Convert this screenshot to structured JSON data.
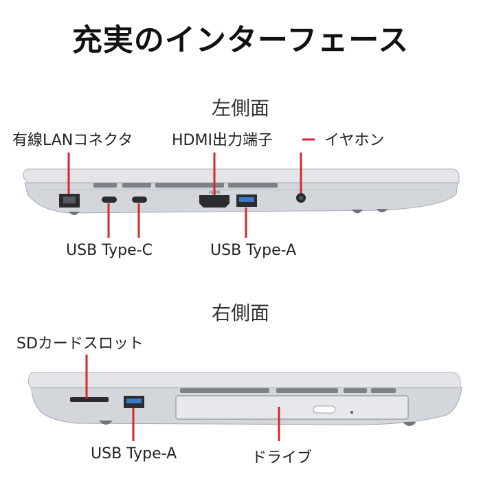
{
  "title": "充実のインターフェース",
  "left_side": {
    "heading": "左側面",
    "labels": {
      "lan": "有線LANコネクタ",
      "hdmi": "HDMI出力端子",
      "earphone": "イヤホン",
      "usb_c": "USB Type-C",
      "usb_a": "USB Type-A"
    },
    "hdmi_mark": "HDMI"
  },
  "right_side": {
    "heading": "右側面",
    "labels": {
      "sd": "SDカードスロット",
      "usb_a": "USB Type-A",
      "drive": "ドライブ"
    }
  },
  "colors": {
    "accent": "#d8262a",
    "chassis": "#d6d8dc",
    "port_blue": "#3a78c8"
  }
}
